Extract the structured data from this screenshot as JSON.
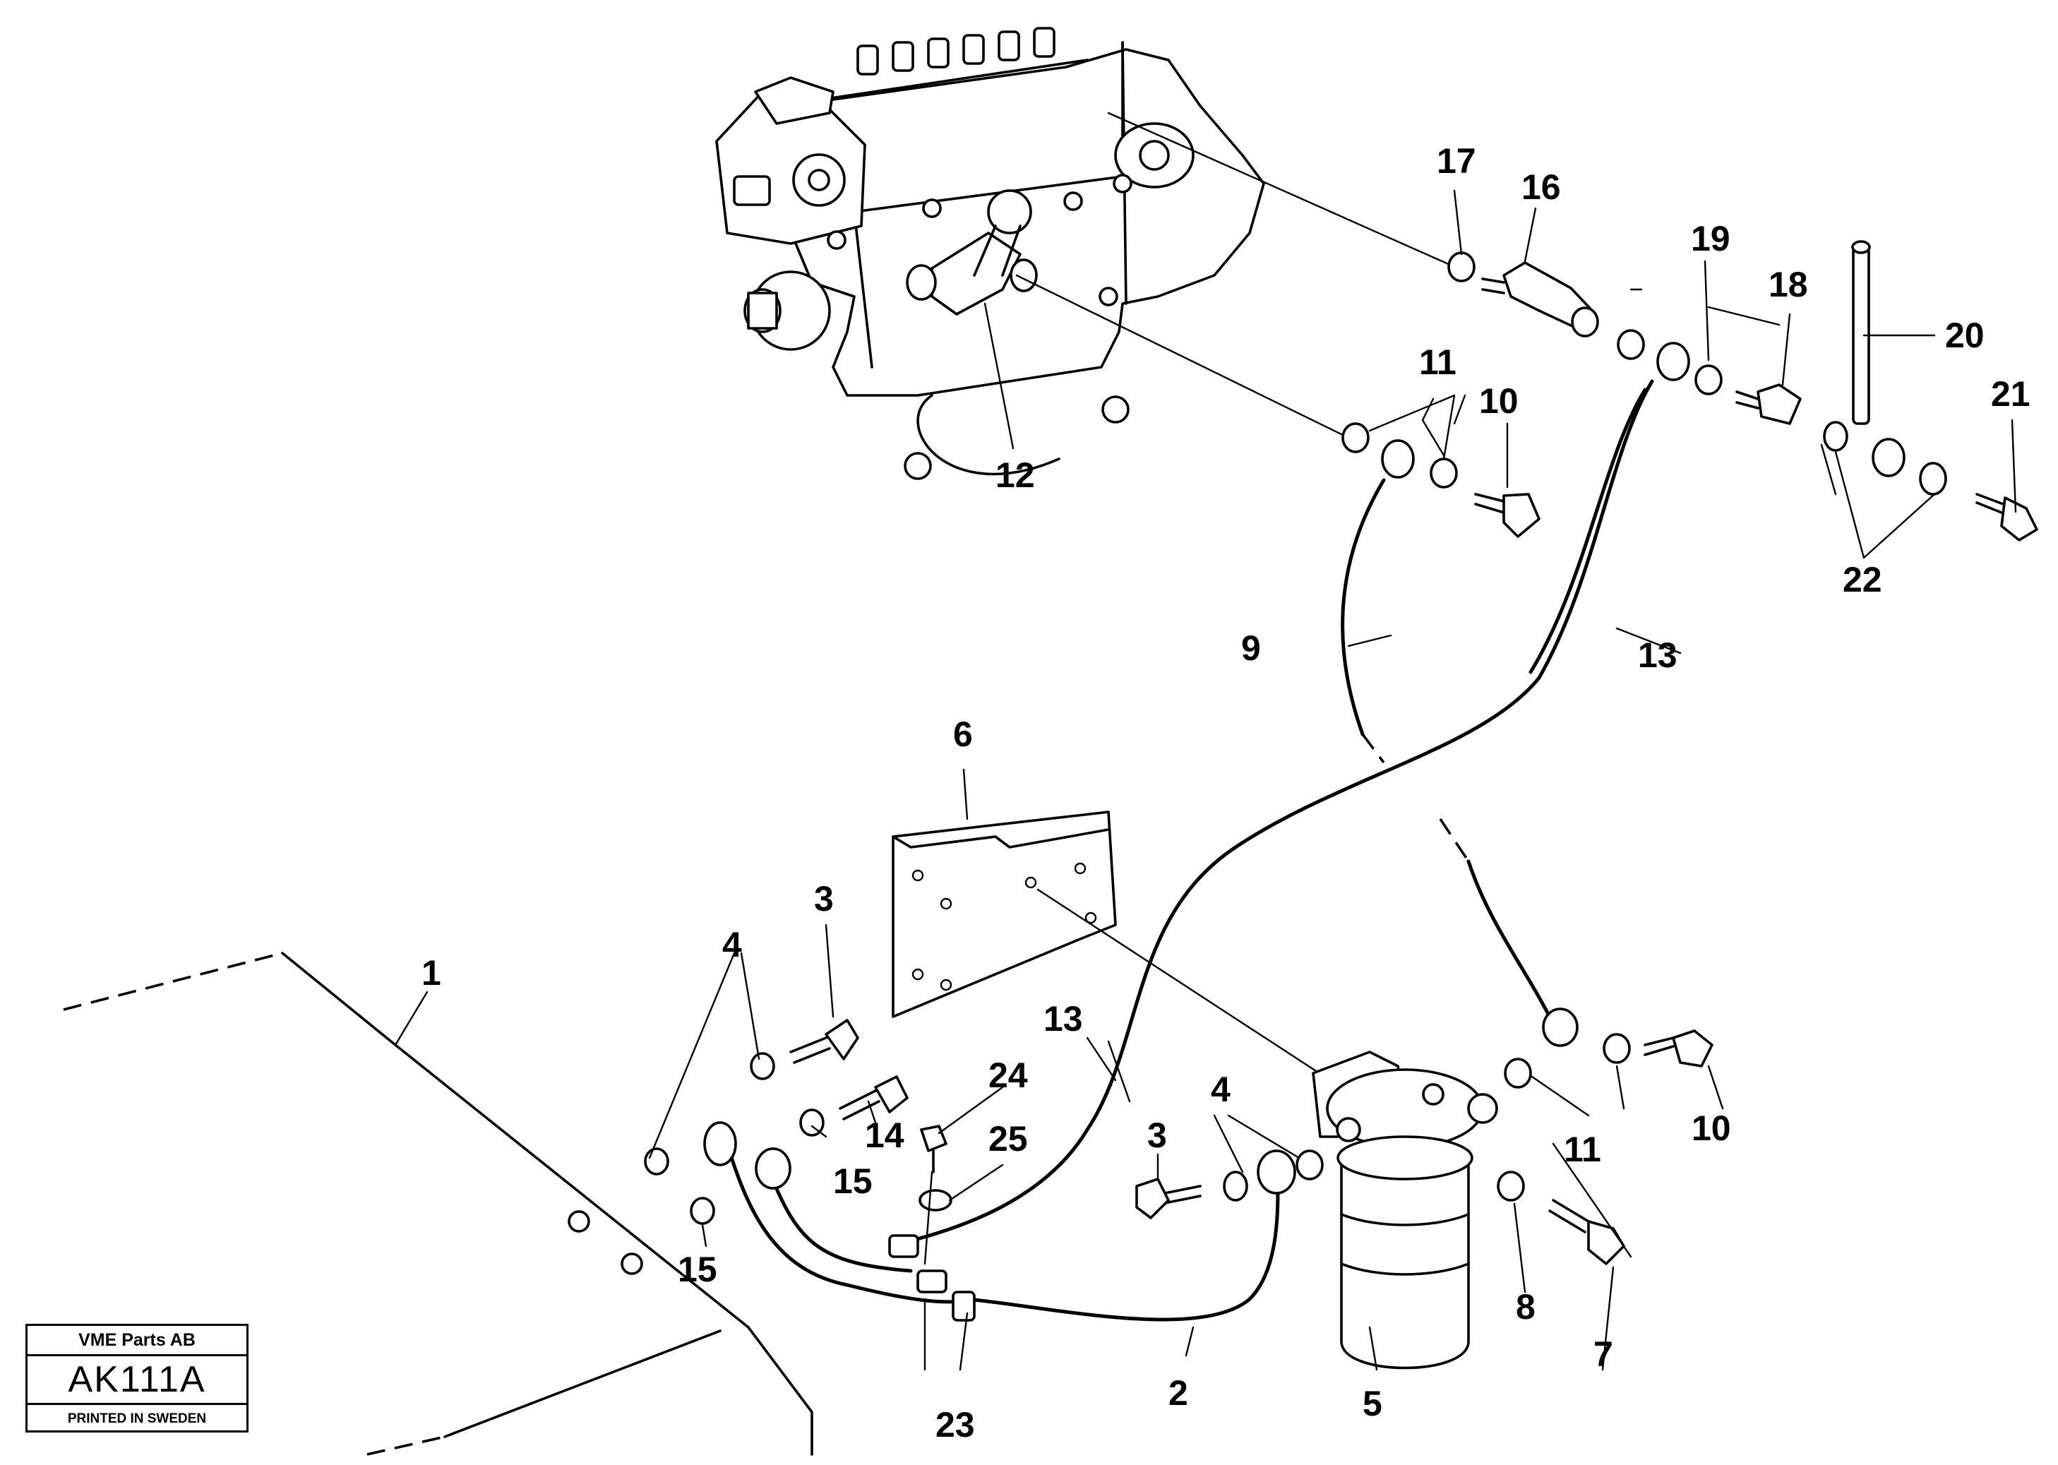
{
  "diagram": {
    "callouts": [
      {
        "id": "c1",
        "text": "1"
      },
      {
        "id": "c2",
        "text": "2"
      },
      {
        "id": "c3a",
        "text": "3"
      },
      {
        "id": "c3b",
        "text": "3"
      },
      {
        "id": "c4a",
        "text": "4"
      },
      {
        "id": "c4b",
        "text": "4"
      },
      {
        "id": "c5",
        "text": "5"
      },
      {
        "id": "c6",
        "text": "6"
      },
      {
        "id": "c7",
        "text": "7"
      },
      {
        "id": "c8",
        "text": "8"
      },
      {
        "id": "c9",
        "text": "9"
      },
      {
        "id": "c10a",
        "text": "10"
      },
      {
        "id": "c10b",
        "text": "10"
      },
      {
        "id": "c11a",
        "text": "11"
      },
      {
        "id": "c11b",
        "text": "11"
      },
      {
        "id": "c12",
        "text": "12"
      },
      {
        "id": "c13a",
        "text": "13"
      },
      {
        "id": "c13b",
        "text": "13"
      },
      {
        "id": "c14",
        "text": "14"
      },
      {
        "id": "c15a",
        "text": "15"
      },
      {
        "id": "c15b",
        "text": "15"
      },
      {
        "id": "c16",
        "text": "16"
      },
      {
        "id": "c17",
        "text": "17"
      },
      {
        "id": "c18",
        "text": "18"
      },
      {
        "id": "c19",
        "text": "19"
      },
      {
        "id": "c20",
        "text": "20"
      },
      {
        "id": "c21",
        "text": "21"
      },
      {
        "id": "c22",
        "text": "22"
      },
      {
        "id": "c23",
        "text": "23"
      },
      {
        "id": "c24",
        "text": "24"
      },
      {
        "id": "c25",
        "text": "25"
      }
    ]
  },
  "stamp": {
    "company": "VME Parts AB",
    "code": "AK111A",
    "footer": "PRINTED IN SWEDEN"
  }
}
